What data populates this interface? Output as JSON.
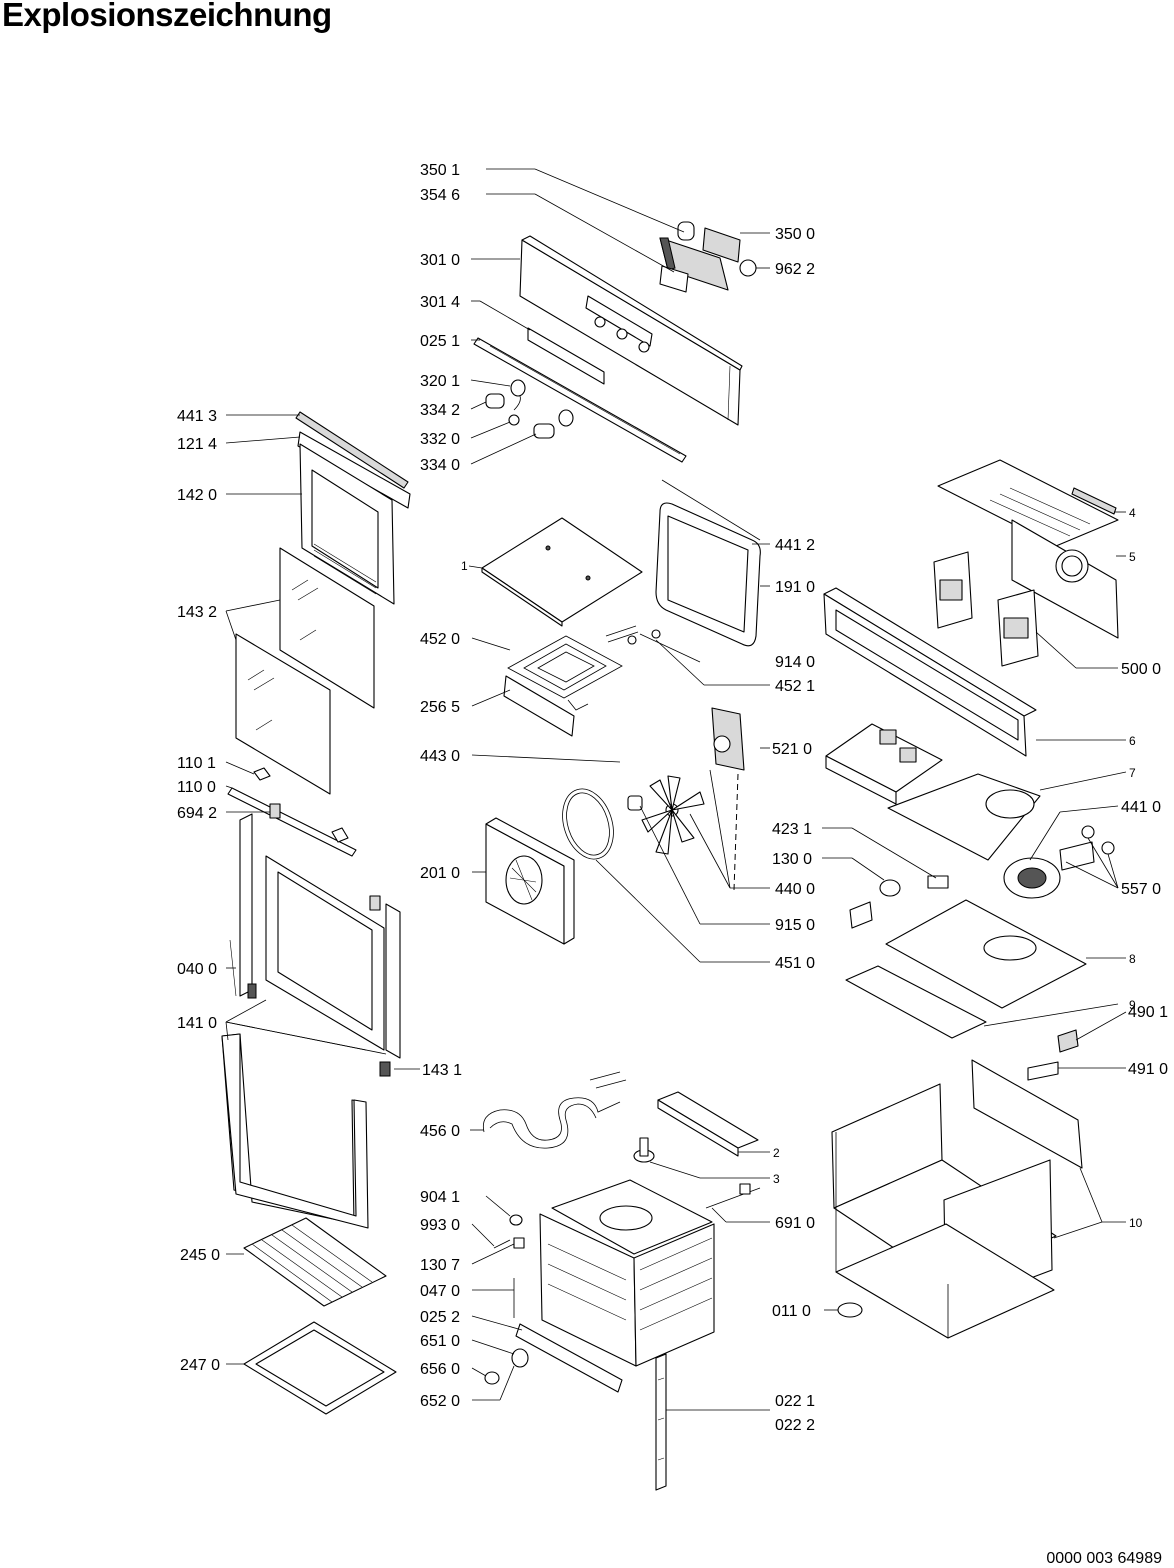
{
  "title": "Explosionszeichnung",
  "document_number": "0000 003 64989",
  "part_labels": {
    "p3501": "350 1",
    "p3546": "354 6",
    "p3010": "301 0",
    "p3014": "301 4",
    "p0251": "025 1",
    "p3201": "320 1",
    "p3342": "334 2",
    "p3320": "332 0",
    "p3340": "334 0",
    "p3500": "350 0",
    "p9622": "962 2",
    "p4413": "441 3",
    "p1214": "121 4",
    "p1420": "142 0",
    "p1432": "143 2",
    "p1101": "110 1",
    "p1100": "110 0",
    "p6942": "694 2",
    "p0400": "040 0",
    "p1410": "141 0",
    "p1431": "143 1",
    "p2450": "245 0",
    "p2470": "247 0",
    "p1": "1",
    "p4412": "441 2",
    "p1910": "191 0",
    "p4520": "452 0",
    "p9140": "914 0",
    "p4521": "452 1",
    "p2565": "256 5",
    "p4430": "443 0",
    "p5210": "521 0",
    "p2010": "201 0",
    "p4400": "440 0",
    "p9150": "915 0",
    "p4510": "451 0",
    "p4": "4",
    "p5": "5",
    "p5000": "500 0",
    "p6": "6",
    "p7": "7",
    "p4410": "441 0",
    "p4231": "423 1",
    "p1300": "130 0",
    "p5570": "557 0",
    "p8": "8",
    "p9": "9",
    "p4901": "490 1",
    "p4910": "491 0",
    "p4560": "456 0",
    "p2": "2",
    "p3": "3",
    "p9041": "904 1",
    "p9930": "993 0",
    "p1307": "130 7",
    "p6910": "691 0",
    "p10": "10",
    "p0470": "047 0",
    "p0252": "025 2",
    "p6510": "651 0",
    "p6560": "656 0",
    "p6520": "652 0",
    "p0110": "011 0",
    "p0221": "022 1",
    "p0222": "022 2"
  }
}
